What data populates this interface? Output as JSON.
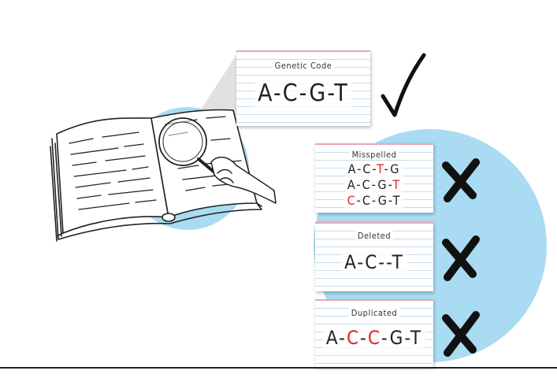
{
  "correct": {
    "title": "Genetic Code",
    "letters": [
      "A",
      "C",
      "G",
      "T"
    ]
  },
  "mutations": [
    {
      "title": "Misspelled",
      "rows": [
        [
          {
            "t": "A"
          },
          {
            "t": "C"
          },
          {
            "t": "T",
            "red": true
          },
          {
            "t": "G"
          }
        ],
        [
          {
            "t": "A"
          },
          {
            "t": "C"
          },
          {
            "t": "G"
          },
          {
            "t": "T",
            "red": true
          }
        ],
        [
          {
            "t": "C",
            "red": true
          },
          {
            "t": "C"
          },
          {
            "t": "G"
          },
          {
            "t": "T"
          }
        ]
      ]
    },
    {
      "title": "Deleted",
      "rows": [
        [
          {
            "t": "A"
          },
          {
            "t": "C"
          },
          {
            "t": ""
          },
          {
            "t": "T"
          }
        ]
      ]
    },
    {
      "title": "Duplicated",
      "rows": [
        [
          {
            "t": "A"
          },
          {
            "t": "C",
            "red": true
          },
          {
            "t": "C",
            "red": true
          },
          {
            "t": "G"
          },
          {
            "t": "T"
          }
        ]
      ]
    }
  ],
  "colors": {
    "blob": "#a9dbf2",
    "red": "#e02424",
    "ink": "#111111"
  },
  "icons": {
    "check": "check-icon",
    "cross": "cross-icon",
    "book": "book-icon",
    "magnifier": "magnifying-glass-icon"
  }
}
